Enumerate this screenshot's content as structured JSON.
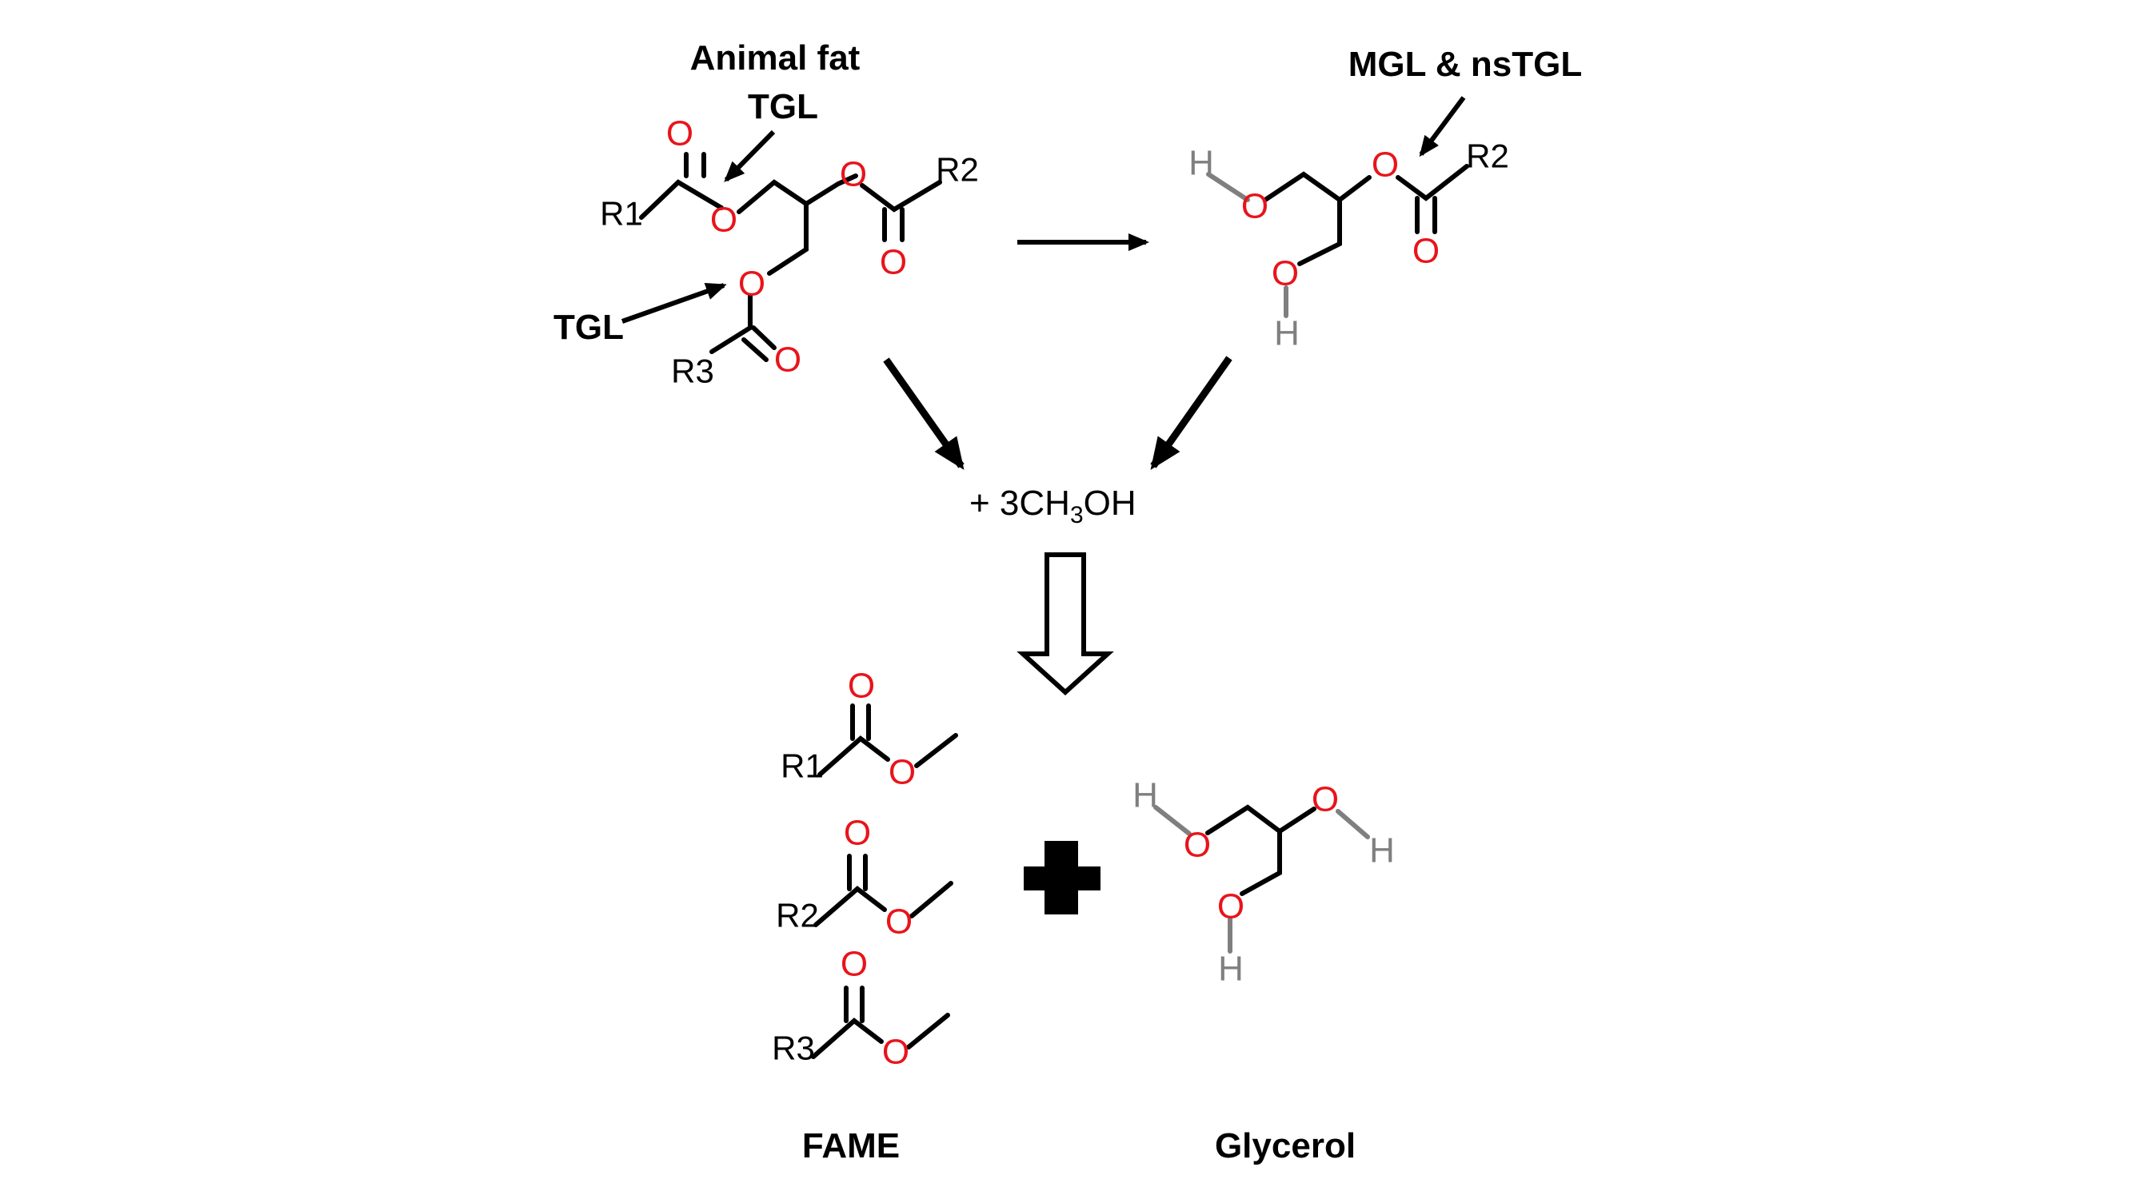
{
  "labels": {
    "animal_fat": "Animal fat",
    "tgl_top": "TGL",
    "tgl_left": "TGL",
    "mgl_nstgl": "MGL & nsTGL",
    "methanol_prefix": "+ 3CH",
    "methanol_sub": "3",
    "methanol_suffix": "OH",
    "fame": "FAME",
    "glycerol": "Glycerol"
  },
  "atoms": {
    "oxygen": "O",
    "hydrogen": "H",
    "r1": "R1",
    "r2": "R2",
    "r3": "R3"
  },
  "colors": {
    "oxygen": "#e8141b",
    "hydrogen": "#7f7f7f",
    "bond": "#000000",
    "background": "#ffffff"
  }
}
